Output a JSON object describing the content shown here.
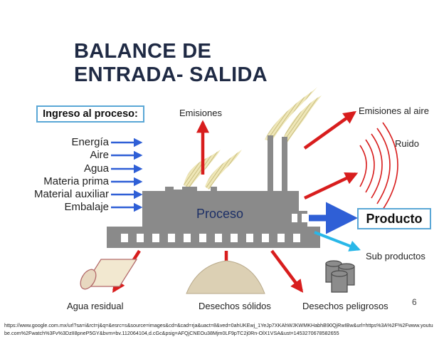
{
  "title": [
    "BALANCE DE",
    "ENTRADA- SALIDA"
  ],
  "inputs_heading": "Ingreso al proceso:",
  "inputs": [
    "Energía",
    "Aire",
    "Agua",
    "Materia prima",
    "Material auxiliar",
    "Embalaje"
  ],
  "process_label": "Proceso",
  "product_label": "Producto",
  "outputs": {
    "emisiones": "Emisiones",
    "emisiones_aire": "Emisiones al aire",
    "ruido": "Ruido",
    "sub_productos": "Sub productos",
    "agua_residual": "Agua residual",
    "desechos_solidos": "Desechos sólidos",
    "desechos_peligrosos": "Desechos peligrosos"
  },
  "page_number": "6",
  "source_url": "https://www.google.com.mx/url?sa=i&rct=j&q=&esrc=s&source=images&cd=&cad=rja&uact=8&ved=0ahUKEwj_1YeJp7XKAhWJKWMKHabhB90QjRwIBw&url=https%3A%2F%2Fwww.youtube.com%2Fwatch%3Fv%3DzII8pneP5GY&bvm=bv.112064104,d.cGc&psig=AFQjCNEOu38Mjm0LF9pTC2j0Rn-OlX1VSA&ust=1453270678582655",
  "colors": {
    "factory": "#8a8a8a",
    "input_arrow": "#2f5fd6",
    "output_arrow": "#d81d1d",
    "product_arrow": "#2f5fd6",
    "subproduct_arrow": "#29b7e8",
    "box_border": "#5aa7d6",
    "title": "#1f2a44"
  }
}
